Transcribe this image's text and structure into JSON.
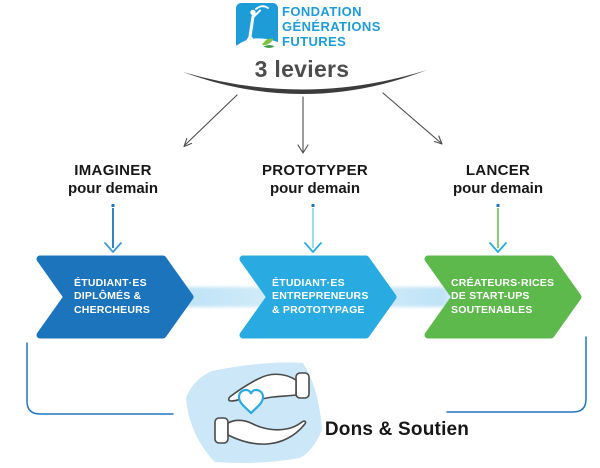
{
  "logo": {
    "line1": "FONDATION",
    "line2": "GÉNÉRATIONS",
    "line3": "FUTURES"
  },
  "title": "3 leviers",
  "columns": [
    {
      "header_line1": "IMAGINER",
      "header_line2": "pour demain",
      "box_line1": "ÉTUDIANT·ES",
      "box_line2": "DIPLÔMÉS &",
      "box_line3": "CHERCHEURS",
      "box_color": "#1C74BD",
      "dot_color": "#1C74BD",
      "line_color": "#1C74BD",
      "head_color": "#3D9BD5"
    },
    {
      "header_line1": "PROTOTYPER",
      "header_line2": "pour demain",
      "box_line1": "ÉTUDIANT·ES",
      "box_line2": "ENTREPRENEURS",
      "box_line3": "& PROTOTYPAGE",
      "box_color": "#29ABE2",
      "dot_color": "#1C74BD",
      "line_color": "#90D8F3",
      "head_color": "#29ABE2"
    },
    {
      "header_line1": "LANCER",
      "header_line2": "pour demain",
      "box_line1": "CRÉATEURS·RICES",
      "box_line2": "DE START-UPS",
      "box_line3": "SOUTENABLES",
      "box_color": "#5EB94C",
      "dot_color": "#1C74BD",
      "line_color": "#7CC465",
      "head_color": "#29ABE2"
    }
  ],
  "footer": {
    "label": "Dons & Soutien"
  },
  "icons": {
    "logo_mark": "sower-figure-logo",
    "hands": "hands-holding-heart-icon"
  },
  "colors": {
    "logo_blue": "#1E9CD8",
    "title_gray": "#4D4D4D",
    "arc_dark": "#3C3C3C",
    "thin_arrow_gray": "#4D4D4D",
    "bracket_blue": "#2176BC",
    "band_blue": "#BFE3F7",
    "blob_blue": "#CBE7F8",
    "heart_blue": "#29ABE2",
    "hand_outline": "#4A4A4A",
    "logo_leaf_light": "#7DC242",
    "logo_leaf_dark": "#3E9B4F"
  }
}
